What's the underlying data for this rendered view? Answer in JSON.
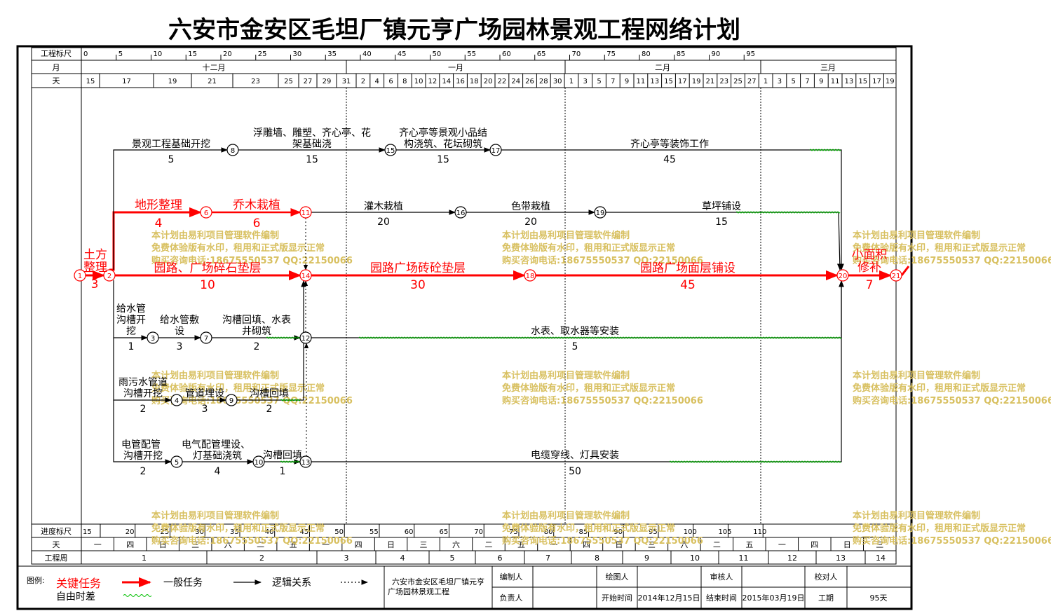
{
  "title": "六安市金安区毛坦厂镇元亨广场园林景观工程网络计划",
  "header_rows": {
    "scale_label": "工程标尺",
    "month_label": "月",
    "day_label": "天",
    "scale_ticks": [
      "0",
      "5",
      "10",
      "15",
      "20",
      "25",
      "30",
      "35",
      "40",
      "45",
      "50",
      "55",
      "60",
      "65",
      "70",
      "75",
      "80",
      "85",
      "90",
      "95"
    ],
    "months": [
      "十二月",
      "一月",
      "二月",
      "三月"
    ],
    "days": [
      "15",
      "17",
      "19",
      "21",
      "23",
      "25",
      "27",
      "29",
      "31",
      "2",
      "4",
      "6",
      "8",
      "10",
      "12",
      "14",
      "16",
      "18",
      "20",
      "22",
      "24",
      "26",
      "28",
      "30",
      "1",
      "3",
      "5",
      "7",
      "9",
      "11",
      "13",
      "15",
      "17",
      "19",
      "21",
      "23",
      "25",
      "27",
      "1",
      "3",
      "5",
      "7",
      "9",
      "11",
      "13",
      "15",
      "17",
      "19"
    ]
  },
  "footer_rows": {
    "progress_label": "进度标尺",
    "weekday_label": "天",
    "week_label": "工程周",
    "progress_ticks": [
      "15",
      "20",
      "25",
      "30",
      "35",
      "40",
      "45",
      "50",
      "55",
      "60",
      "65",
      "70",
      "75",
      "80",
      "85",
      "90",
      "95",
      "100",
      "105",
      "110"
    ],
    "weekdays": [
      "一",
      "四",
      "日",
      "三",
      "六",
      "二",
      "五",
      "一",
      "四",
      "日",
      "三",
      "六",
      "二",
      "五",
      "一",
      "四",
      "日",
      "三",
      "六",
      "二",
      "五",
      "一",
      "四",
      "日",
      "三"
    ],
    "weeks": [
      "1",
      "2",
      "3",
      "4",
      "5",
      "6",
      "7",
      "8",
      "9",
      "10",
      "11",
      "12",
      "13",
      "14"
    ]
  },
  "nodes": [
    {
      "id": "1",
      "critical": true
    },
    {
      "id": "2",
      "critical": true
    },
    {
      "id": "3"
    },
    {
      "id": "4"
    },
    {
      "id": "5"
    },
    {
      "id": "6",
      "critical": true
    },
    {
      "id": "7"
    },
    {
      "id": "8"
    },
    {
      "id": "9"
    },
    {
      "id": "10"
    },
    {
      "id": "11",
      "critical": true
    },
    {
      "id": "12"
    },
    {
      "id": "13"
    },
    {
      "id": "14",
      "critical": true
    },
    {
      "id": "15"
    },
    {
      "id": "16"
    },
    {
      "id": "17"
    },
    {
      "id": "18",
      "critical": true
    },
    {
      "id": "19"
    },
    {
      "id": "20",
      "critical": true
    },
    {
      "id": "21",
      "critical": true
    }
  ],
  "tasks": [
    {
      "name": "土方整理",
      "duration": "3",
      "critical": true
    },
    {
      "name": "地形整理",
      "duration": "4",
      "critical": true
    },
    {
      "name": "乔木栽植",
      "duration": "6",
      "critical": true
    },
    {
      "name": "园路、广场碎石垫层",
      "duration": "10",
      "critical": true
    },
    {
      "name": "园路广场砖砼垫层",
      "duration": "30",
      "critical": true
    },
    {
      "name": "园路广场面层铺设",
      "duration": "45",
      "critical": true
    },
    {
      "name": "小面积修补",
      "duration": "7",
      "critical": true
    },
    {
      "name": "景观工程基础开挖",
      "duration": "5"
    },
    {
      "name": "浮雕墙、雕塑、齐心亭、花架基础浇",
      "duration": "15"
    },
    {
      "name": "齐心亭等景观小品结构浇筑、花坛砌筑",
      "duration": "15"
    },
    {
      "name": "齐心亭等装饰工作",
      "duration": "45"
    },
    {
      "name": "灌木栽植",
      "duration": "20"
    },
    {
      "name": "色带栽植",
      "duration": "20"
    },
    {
      "name": "草坪铺设",
      "duration": "15"
    },
    {
      "name": "给水管沟槽开挖",
      "duration": "1"
    },
    {
      "name": "给水管敷设",
      "duration": "3"
    },
    {
      "name": "沟槽回填、水表井砌筑",
      "duration": "2"
    },
    {
      "name": "水表、取水器等安装",
      "duration": "5"
    },
    {
      "name": "雨污水管道沟槽开挖",
      "duration": "2"
    },
    {
      "name": "管道埋设",
      "duration": "3"
    },
    {
      "name": "沟槽回填",
      "duration": "2"
    },
    {
      "name": "电管配管、沟槽开挖",
      "duration": "2"
    },
    {
      "name": "电气配管埋设、灯基础浇筑",
      "duration": "4"
    },
    {
      "name": "沟槽回填",
      "duration": "1"
    },
    {
      "name": "电缆穿线、灯具安装",
      "duration": "50"
    }
  ],
  "watermark": {
    "line1": "本计划由易利项目管理软件编制",
    "line2": "免费体验版有水印，租用和正式版显示正常",
    "line3": "购买咨询电话:18675550537 QQ:22150066"
  },
  "legend": {
    "label": "图例:",
    "critical": "关键任务",
    "general": "一般任务",
    "logic": "逻辑关系",
    "float": "自由时差"
  },
  "info": {
    "project": "六安市金安区毛坦厂镇元亨广场园林景观工程",
    "editor_label": "编制人",
    "drawer_label": "绘图人",
    "reviewer_label": "审核人",
    "checker_label": "校对人",
    "owner_label": "负责人",
    "start_label": "开始时间",
    "start_value": "2014年12月15日",
    "end_label": "结束时间",
    "end_value": "2015年03月19日",
    "duration_label": "工期",
    "duration_value": "95天"
  },
  "colors": {
    "critical": "#ff0000",
    "general": "#000000",
    "float": "#00c000",
    "watermark": "#d8c060"
  }
}
